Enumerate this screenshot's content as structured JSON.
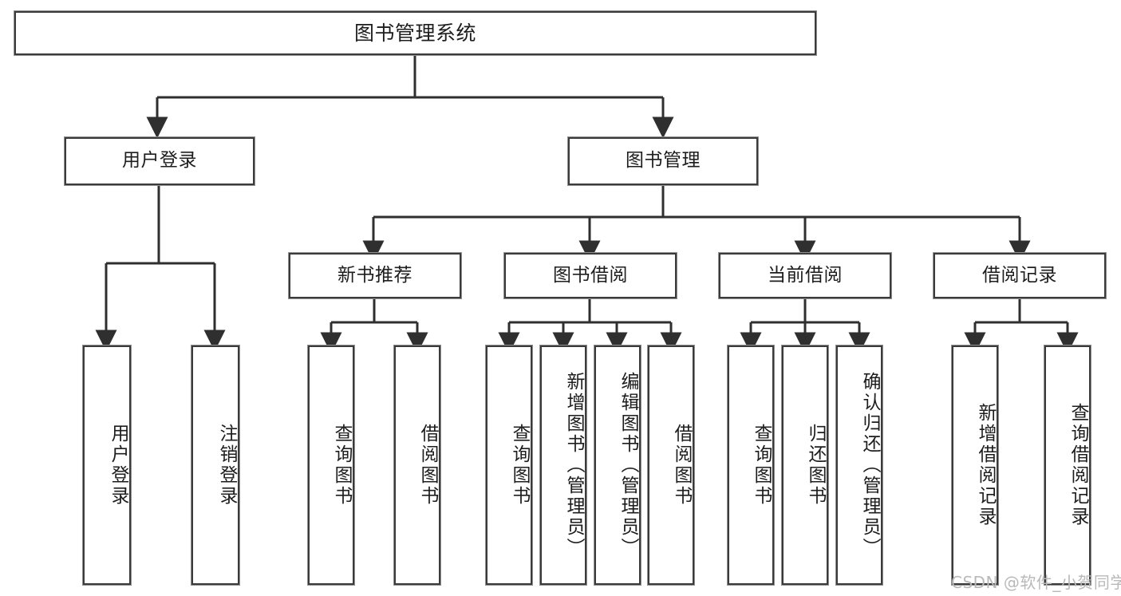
{
  "diagram": {
    "title": "图书管理系统",
    "type": "tree-hierarchy-chart",
    "watermark": "CSDN @软件_小贺同学",
    "colors": {
      "background": "#ffffff",
      "node_border": "#3b3b3b",
      "node_fill": "#ffffff",
      "connector": "#2f2f2f",
      "text": "#1d1d1d",
      "watermark": "#b9b9b9"
    },
    "root": {
      "id": "root",
      "label": "图书管理系统"
    },
    "level2": [
      {
        "id": "user-login",
        "label": "用户登录"
      },
      {
        "id": "book-manage",
        "label": "图书管理"
      }
    ],
    "level3": [
      {
        "id": "new-book-recommend",
        "label": "新书推荐",
        "parent": "book-manage"
      },
      {
        "id": "book-borrow",
        "label": "图书借阅",
        "parent": "book-manage"
      },
      {
        "id": "current-borrow",
        "label": "当前借阅",
        "parent": "book-manage"
      },
      {
        "id": "borrow-record",
        "label": "借阅记录",
        "parent": "book-manage"
      }
    ],
    "leaves": [
      {
        "id": "leaf-user-login",
        "label": "用户登录",
        "parent": "user-login"
      },
      {
        "id": "leaf-logout-login",
        "label": "注销登录",
        "parent": "user-login"
      },
      {
        "id": "leaf-query-book-1",
        "label": "查询图书",
        "parent": "new-book-recommend"
      },
      {
        "id": "leaf-borrow-book-1",
        "label": "借阅图书",
        "parent": "new-book-recommend"
      },
      {
        "id": "leaf-query-book-2",
        "label": "查询图书",
        "parent": "book-borrow"
      },
      {
        "id": "leaf-add-book",
        "label": "新增图书（管理员）",
        "parent": "book-borrow"
      },
      {
        "id": "leaf-edit-book",
        "label": "编辑图书（管理员）",
        "parent": "book-borrow"
      },
      {
        "id": "leaf-borrow-book-2",
        "label": "借阅图书",
        "parent": "book-borrow"
      },
      {
        "id": "leaf-query-book-3",
        "label": "查询图书",
        "parent": "current-borrow"
      },
      {
        "id": "leaf-return-book",
        "label": "归还图书",
        "parent": "current-borrow"
      },
      {
        "id": "leaf-confirm-return",
        "label": "确认归还（管理员）",
        "parent": "current-borrow"
      },
      {
        "id": "leaf-add-record",
        "label": "新增借阅记录",
        "parent": "borrow-record"
      },
      {
        "id": "leaf-query-record",
        "label": "查询借阅记录",
        "parent": "borrow-record"
      }
    ]
  }
}
